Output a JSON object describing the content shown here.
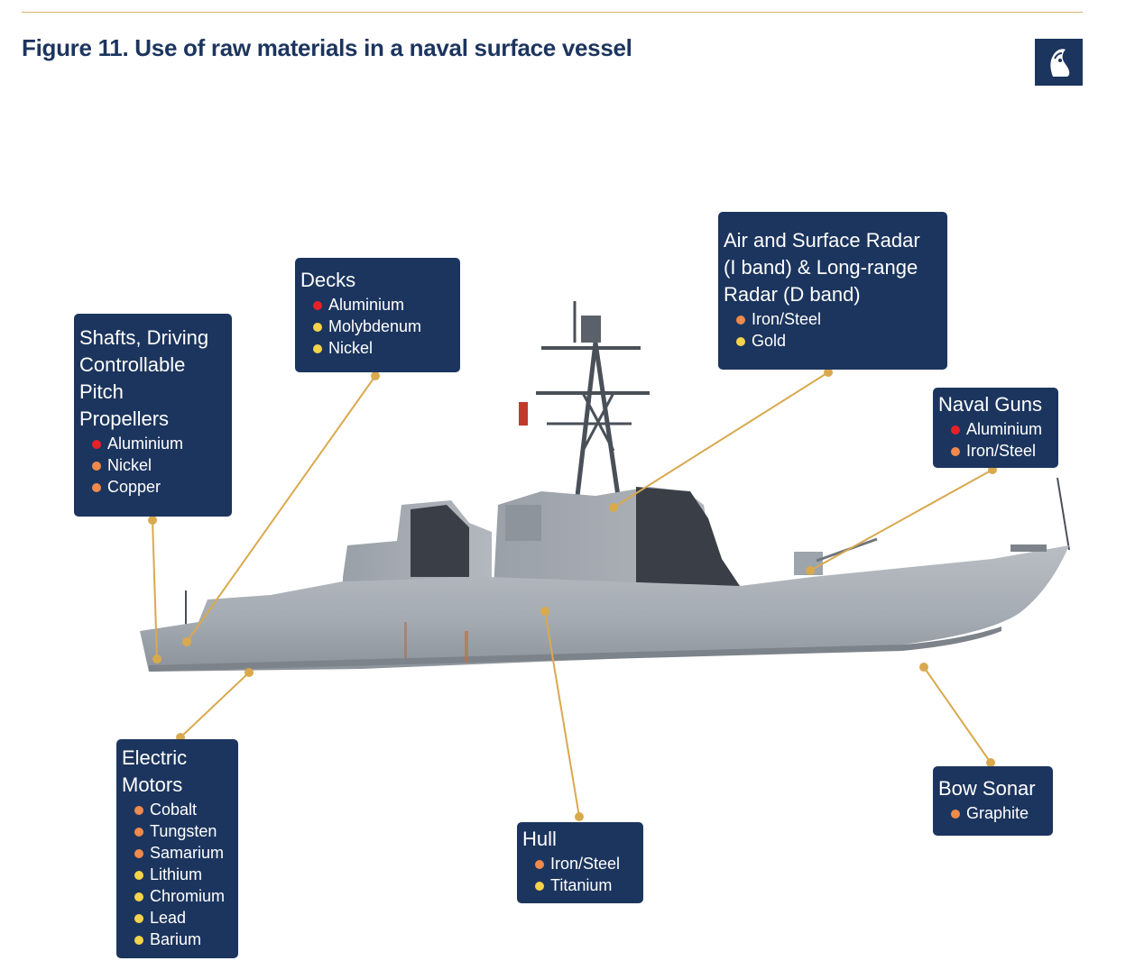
{
  "figure": {
    "title": "Figure 11. Use of raw materials in a naval surface vessel"
  },
  "logo": {
    "icon": "horse-head-icon"
  },
  "colors": {
    "box": "#1c355e",
    "leader": "#d9a94e",
    "red": "#e8202a",
    "orange": "#f08a4b",
    "yellow": "#f5d34a"
  },
  "legend_note": "dot colors indicate material category: red, orange, yellow",
  "boxes": {
    "shafts": {
      "title": "Shafts, Driving\nControllable\nPitch\nPropellers",
      "items": [
        {
          "label": "Aluminium",
          "dot": "red"
        },
        {
          "label": "Nickel",
          "dot": "orange"
        },
        {
          "label": "Copper",
          "dot": "orange"
        }
      ]
    },
    "decks": {
      "title": "Decks",
      "items": [
        {
          "label": "Aluminium",
          "dot": "red"
        },
        {
          "label": "Molybdenum",
          "dot": "yellow"
        },
        {
          "label": "Nickel",
          "dot": "yellow"
        }
      ]
    },
    "radar": {
      "title": "Air and Surface Radar\n(I band) & Long-range\nRadar (D band)",
      "items": [
        {
          "label": "Iron/Steel",
          "dot": "orange"
        },
        {
          "label": "Gold",
          "dot": "yellow"
        }
      ]
    },
    "guns": {
      "title": "Naval Guns",
      "items": [
        {
          "label": "Aluminium",
          "dot": "red"
        },
        {
          "label": "Iron/Steel",
          "dot": "orange"
        }
      ]
    },
    "motors": {
      "title": "Electric\nMotors",
      "items": [
        {
          "label": "Cobalt",
          "dot": "orange"
        },
        {
          "label": "Tungsten",
          "dot": "orange"
        },
        {
          "label": "Samarium",
          "dot": "orange"
        },
        {
          "label": "Lithium",
          "dot": "yellow"
        },
        {
          "label": "Chromium",
          "dot": "yellow"
        },
        {
          "label": "Lead",
          "dot": "yellow"
        },
        {
          "label": "Barium",
          "dot": "yellow"
        }
      ]
    },
    "hull": {
      "title": "Hull",
      "items": [
        {
          "label": "Iron/Steel",
          "dot": "orange"
        },
        {
          "label": "Titanium",
          "dot": "yellow"
        }
      ]
    },
    "sonar": {
      "title": "Bow Sonar",
      "items": [
        {
          "label": "Graphite",
          "dot": "orange"
        }
      ]
    }
  }
}
